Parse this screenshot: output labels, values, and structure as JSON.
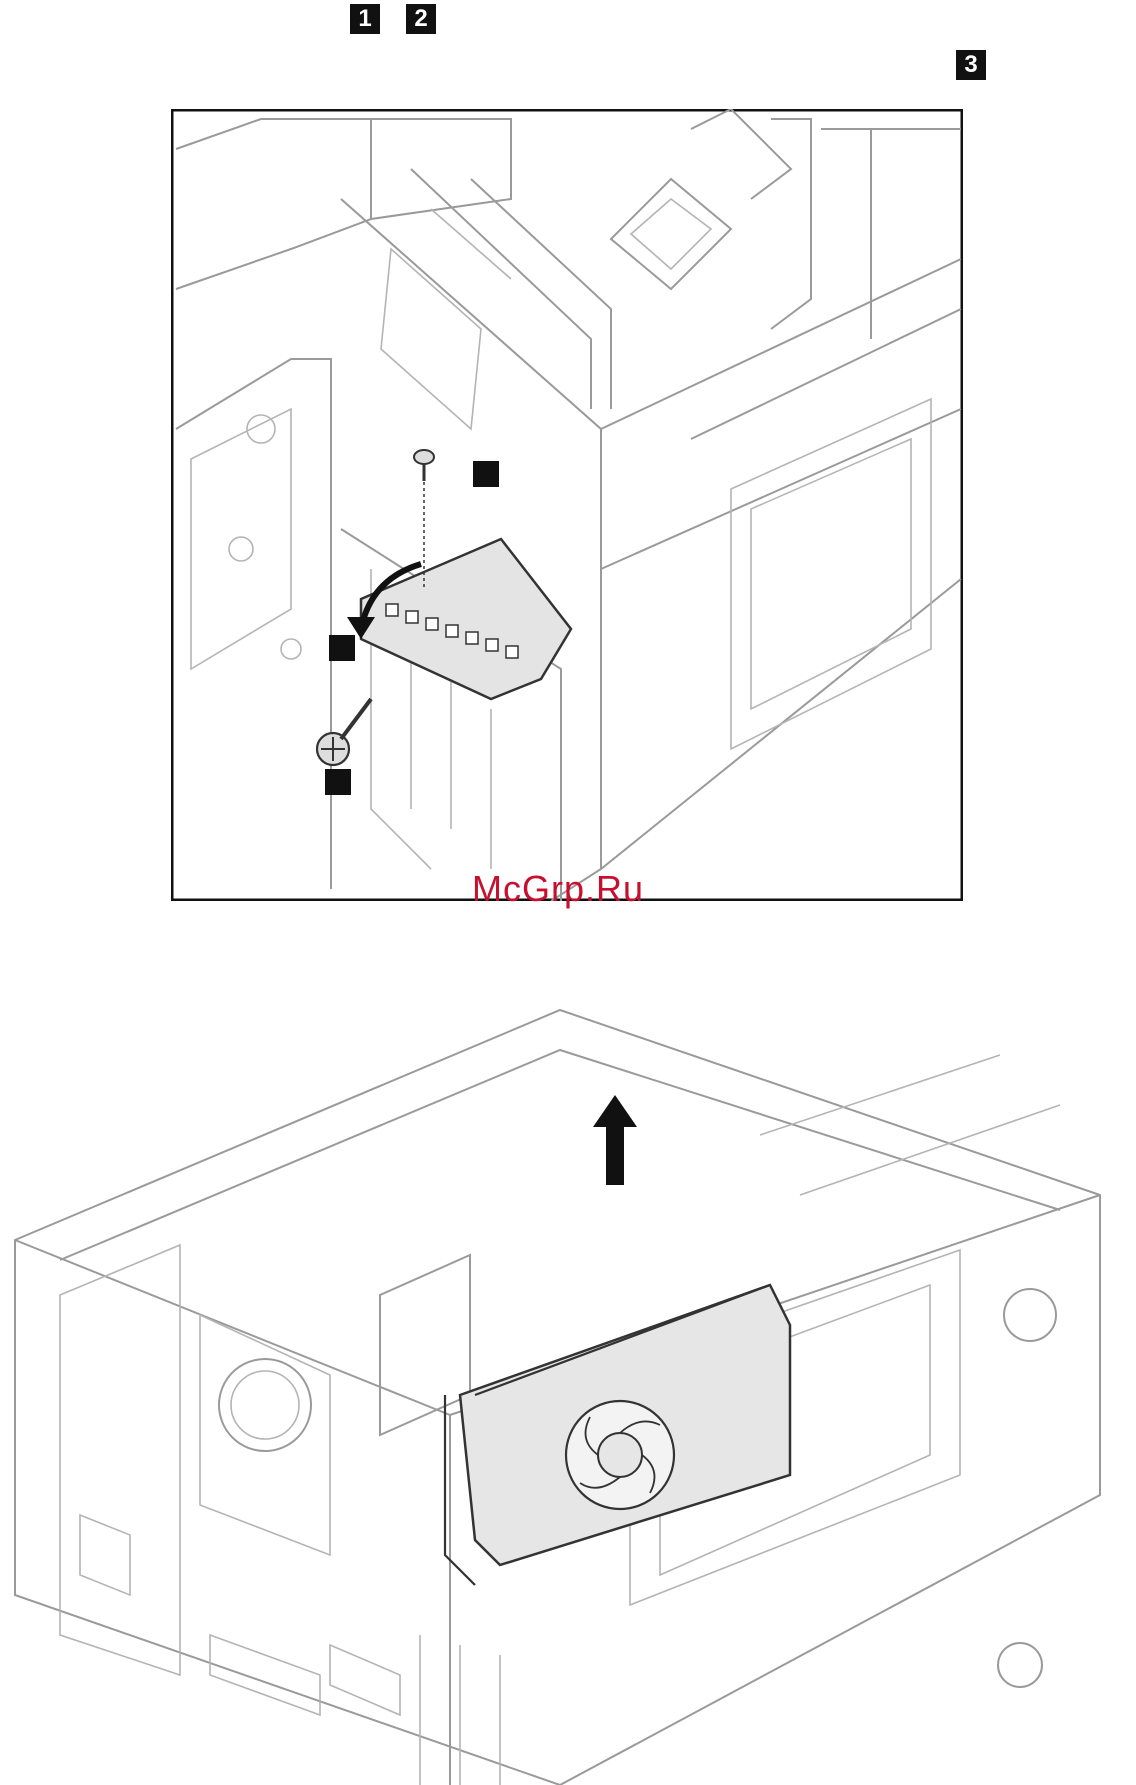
{
  "header": {
    "step_badges_top": [
      "1",
      "2"
    ],
    "step_badge_right": "3"
  },
  "figure1": {
    "callouts": [
      "",
      "",
      ""
    ]
  },
  "watermark": {
    "text": "McGrp.Ru",
    "color": "#c8102e"
  },
  "colors": {
    "badge": "#111111",
    "line_art": "#9a9a9a"
  },
  "icons": [
    "screw-icon",
    "thumbscrew-icon",
    "arrow-rotate-icon",
    "arrow-up-icon"
  ]
}
